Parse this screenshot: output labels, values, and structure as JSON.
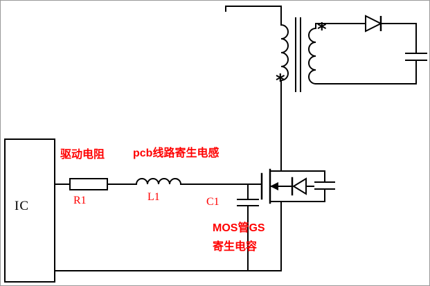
{
  "colors": {
    "wire": "#000000",
    "label_red": "#ff0000",
    "background": "#ffffff"
  },
  "ic": {
    "label": "IC"
  },
  "gate_drive": {
    "resistor": {
      "designator": "R1",
      "caption": "驱动电阻"
    },
    "inductor": {
      "designator": "L1",
      "caption": "pcb线路寄生电感"
    },
    "capacitor": {
      "designator": "C1",
      "caption_line1": "MOS管GS",
      "caption_line2": "寄生电容"
    }
  },
  "transformer": {
    "primary_dot": "*",
    "secondary_dot": "*"
  }
}
